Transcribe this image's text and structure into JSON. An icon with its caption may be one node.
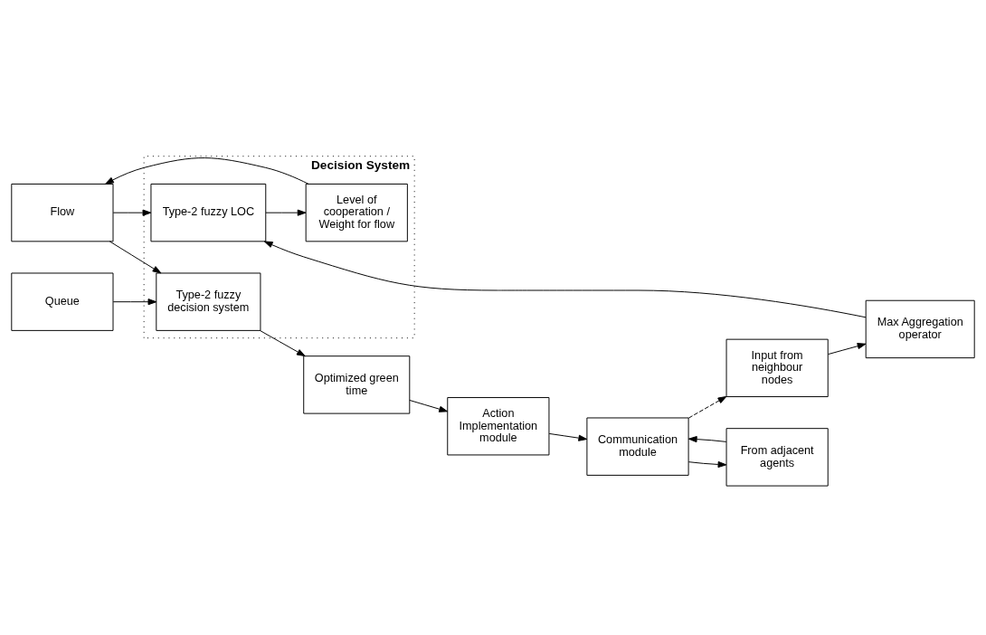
{
  "diagram": {
    "nodes": [
      {
        "text": [
          "Decision System"
        ]
      },
      {
        "text": [
          "Queue"
        ]
      },
      {
        "text": [
          "Flow"
        ]
      },
      {
        "text": [
          "Type-2 fuzzy decision system"
        ],
        "in": 0
      },
      {
        "text": [
          "Level of cooperation / Weight for flow"
        ],
        "in": 0
      },
      {
        "text": [
          "Type-2 fuzzy LOC"
        ],
        "in": 0
      },
      {
        "text": [
          "Input from neighbour nodes"
        ]
      },
      {
        "text": [
          "Max Aggregation operator"
        ]
      },
      {
        "text": [
          "Optimized green time"
        ]
      },
      {
        "text": [
          "Action Implementation module"
        ]
      },
      {
        "text": [
          "Communication module"
        ]
      },
      {
        "text": [
          "From adjacent agents"
        ]
      }
    ],
    "edges": [
      {
        "from": 1,
        "to": 3,
        "arrow": "to"
      },
      {
        "from": 2,
        "to": 3,
        "arrow": "to"
      },
      {
        "from": 3,
        "to": 8,
        "arrow": "to"
      },
      {
        "from": 4,
        "to": 2,
        "arrow": "to"
      },
      {
        "from": 2,
        "to": 5,
        "arrow": "to"
      },
      {
        "from": 6,
        "to": 7,
        "arrow": "to"
      },
      {
        "from": 7,
        "to": 5,
        "arrow": "to"
      },
      {
        "from": 5,
        "to": 4,
        "arrow": "to"
      },
      {
        "from": 8,
        "to": 9,
        "arrow": "to"
      },
      {
        "from": 9,
        "to": 10,
        "arrow": "to"
      },
      {
        "from": 11,
        "to": 10,
        "arrow": "to"
      },
      {
        "from": 10,
        "to": 11,
        "arrow": "to"
      },
      {
        "from": 10,
        "to": 6,
        "arrow": "to",
        "style": "dashed"
      }
    ]
  }
}
